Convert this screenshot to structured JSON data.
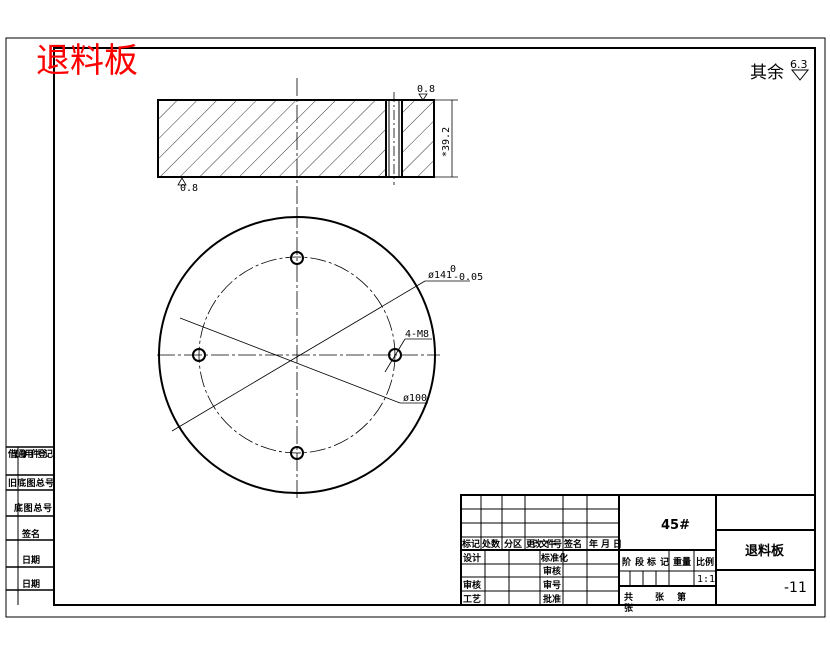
{
  "title": "退料板",
  "title_color": "#ff0000",
  "surface_note": {
    "label": "其余",
    "value": "6.3"
  },
  "dimensions": {
    "thickness": "*39.2",
    "roughness_top": "0.8",
    "roughness_bottom": "0.8",
    "outer_dia": "ø141",
    "outer_tol_upper": "0",
    "outer_tol_lower": "-0.05",
    "pcd": "ø100",
    "holes": "4-M8"
  },
  "side_strip": [
    "借(通)用件登记",
    "旧底图总号",
    "底图总号",
    "签名",
    "日期",
    "日期"
  ],
  "title_block": {
    "header": [
      "标记",
      "处数",
      "分区",
      "更改文件号",
      "签名",
      "年",
      "月",
      "日"
    ],
    "rows": [
      {
        "left": "设计",
        "mid": "标准化"
      },
      {
        "left": "",
        "mid": "审核"
      },
      {
        "left": "审核",
        "mid": "审号"
      },
      {
        "left": "工艺",
        "mid": "批准"
      }
    ],
    "material": "45#",
    "stage_header": [
      "阶",
      "段",
      "标",
      "记",
      "重量",
      "比例"
    ],
    "scale": "1:1",
    "sheets": [
      "共",
      "张",
      "第",
      "张"
    ],
    "part_name": "退料板",
    "drawing_no": "-11"
  }
}
